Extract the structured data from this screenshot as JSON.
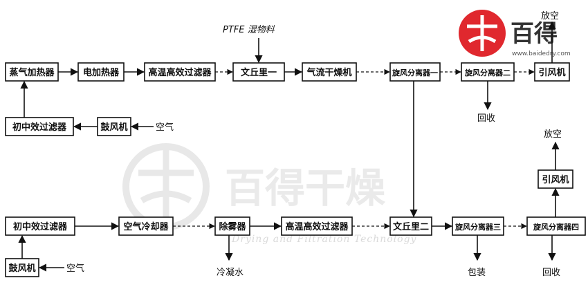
{
  "boxes": {
    "steam_heater": "蒸气加热器",
    "electric_heater": "电加热器",
    "hepa_filter_1": "高温高效过滤器",
    "venturi_1": "文丘里一",
    "airflow_dryer": "气流干燥机",
    "cyclone_1": "旋风分离器一",
    "cyclone_2": "旋风分离器二",
    "fan_1": "引风机",
    "prefilter_1": "初中效过滤器",
    "blower_1": "鼓风机",
    "prefilter_2": "初中效过滤器",
    "air_cooler": "空气冷却器",
    "demister": "除雾器",
    "hepa_filter_2": "高温高效过滤器",
    "venturi_2": "文丘里二",
    "cyclone_3": "旋风分离器三",
    "cyclone_4": "旋风分离器四",
    "fan_2": "引风机",
    "blower_2": "鼓风机"
  },
  "labels": {
    "ptfe_wet": "PTFE 湿物料",
    "air_1": "空气",
    "air_2": "空气",
    "recover_1": "回收",
    "recover_2": "回收",
    "vent_1": "放空",
    "vent_2": "放空",
    "condensate": "冷凝水",
    "package": "包装"
  },
  "watermark": {
    "brand": "百得干燥",
    "tagline": "Drying and Filtration Technology"
  },
  "logo": {
    "brand": "百得",
    "url": "www.baidedry.com",
    "accent": "#e0282e"
  }
}
